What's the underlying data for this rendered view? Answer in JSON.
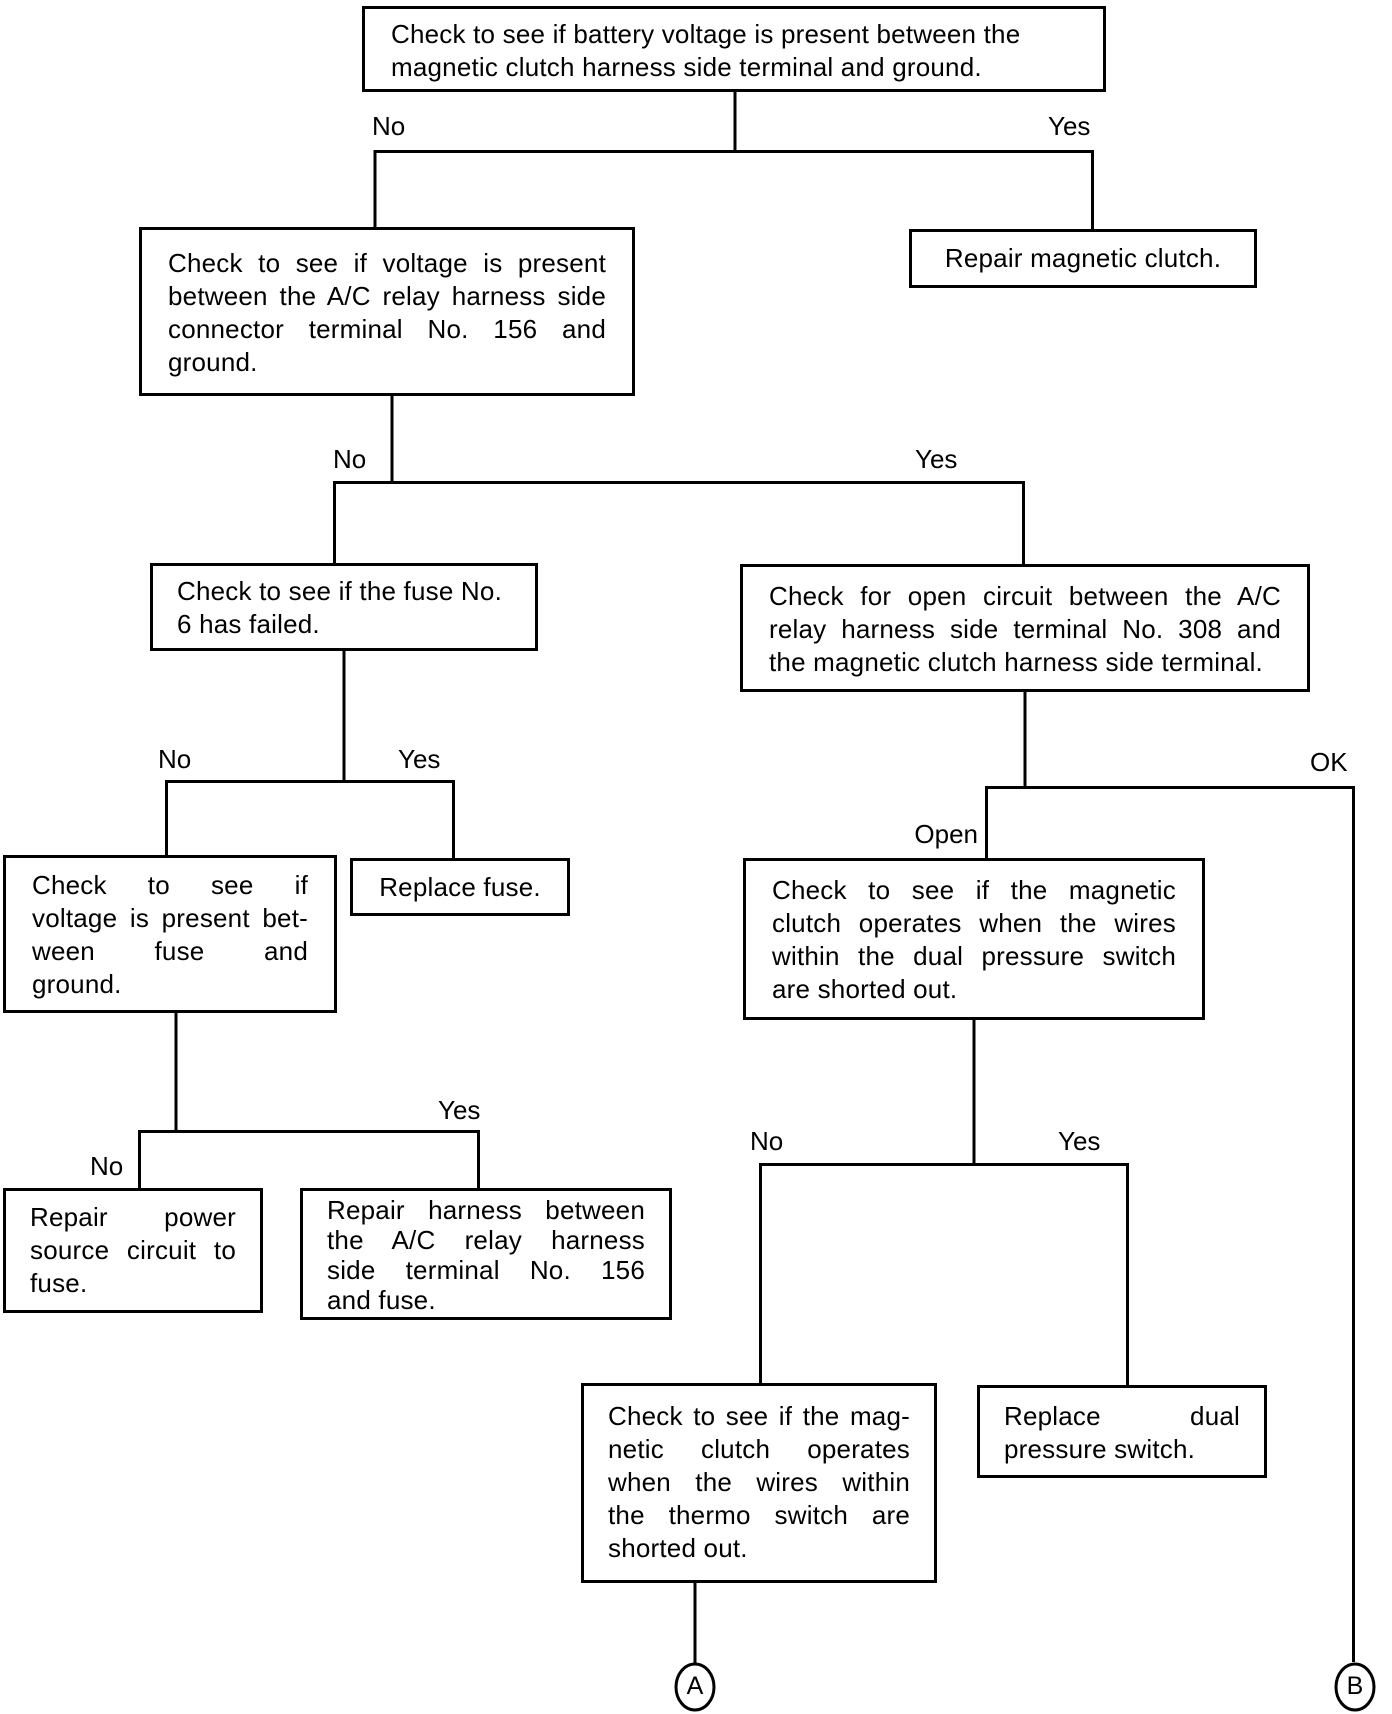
{
  "page": {
    "background_color": "#ffffff",
    "line_color": "#000000"
  },
  "nodes": {
    "battery_check": {
      "lines": [
        "Check to see if battery voltage is present between the",
        "magnetic clutch harness side terminal and ground."
      ]
    },
    "relay_voltage_check": {
      "lines": [
        "Check to see if voltage is present",
        "between the A/C relay harness side",
        "connector terminal No. 156 and",
        "ground."
      ]
    },
    "repair_clutch": {
      "label": "Repair magnetic clutch."
    },
    "fuse_check": {
      "lines": [
        "Check to see if the fuse No.",
        "6  has failed."
      ]
    },
    "open_circuit_check": {
      "lines": [
        "Check for open circuit between the A/C",
        "relay harness side terminal No. 308 and",
        "the magnetic clutch harness side terminal."
      ]
    },
    "fuse_voltage_check": {
      "lines": [
        "Check to see if",
        "voltage is present bet-",
        "ween fuse and",
        "ground."
      ]
    },
    "replace_fuse": {
      "label": "Replace fuse."
    },
    "dual_pressure_check": {
      "lines": [
        "Check to see if the magnetic",
        "clutch operates when the wires",
        "within the dual pressure switch",
        "are shorted out."
      ]
    },
    "repair_power_source": {
      "lines": [
        "Repair power",
        "source circuit to",
        "fuse."
      ]
    },
    "repair_harness": {
      "lines": [
        "Repair harness between",
        "the A/C relay harness",
        "side terminal No. 156",
        "and fuse."
      ]
    },
    "thermo_switch_check": {
      "lines": [
        "Check to see if the mag-",
        "netic clutch operates",
        "when the wires within",
        "the thermo switch are",
        "shorted out."
      ]
    },
    "replace_dual_pressure": {
      "lines": [
        "Replace dual",
        "pressure switch."
      ]
    }
  },
  "labels": {
    "no": "No",
    "yes": "Yes",
    "open": "Open",
    "ok": "OK"
  },
  "connectors": {
    "a": "A",
    "b": "B"
  }
}
